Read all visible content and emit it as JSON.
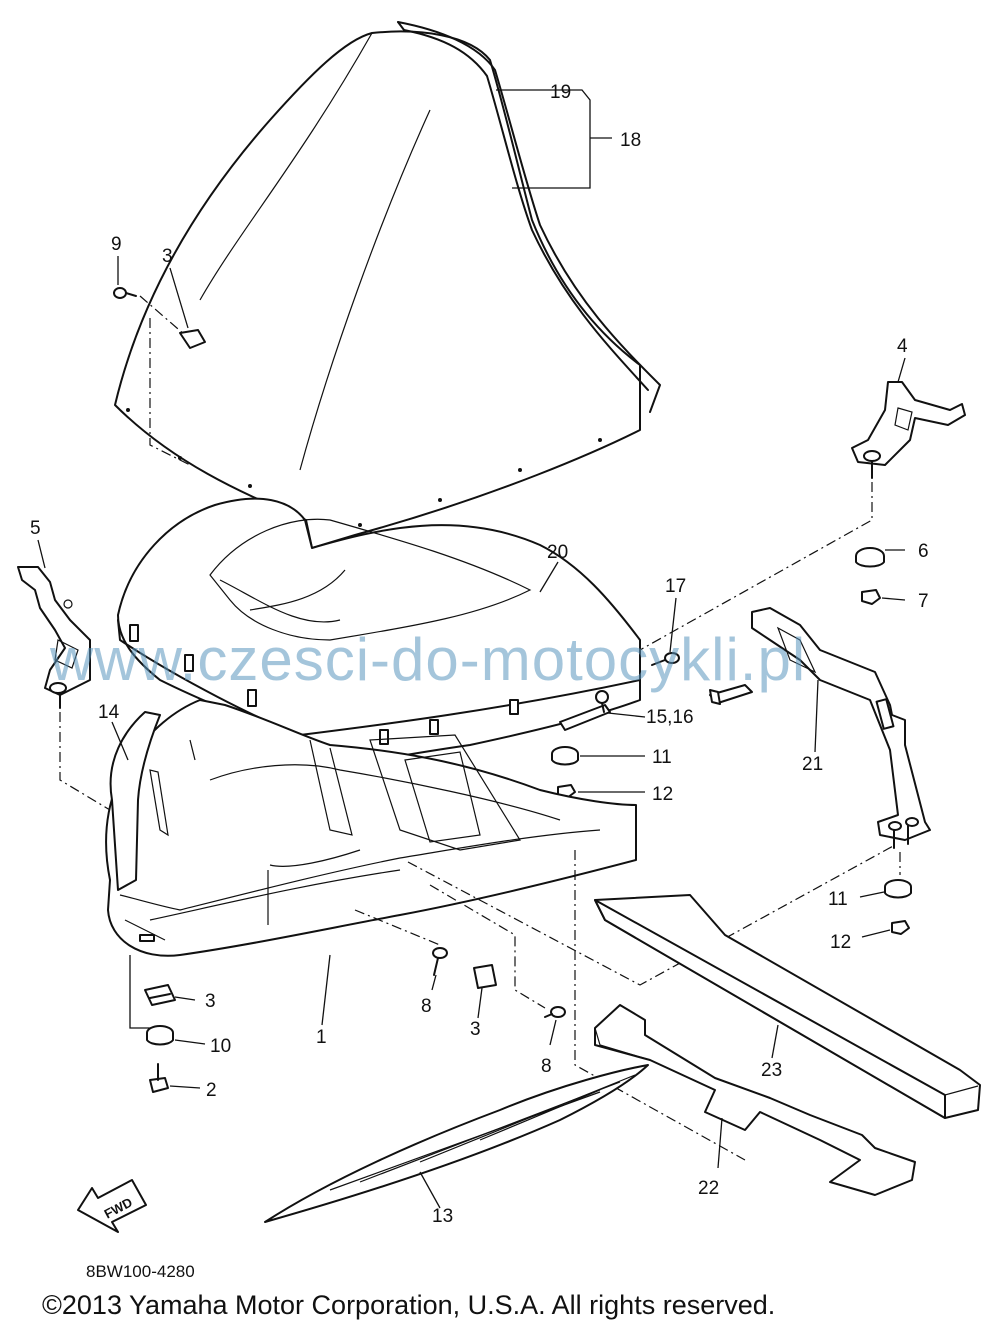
{
  "diagram": {
    "callouts": [
      {
        "id": "c19",
        "text": "19"
      },
      {
        "id": "c18",
        "text": "18"
      },
      {
        "id": "c9",
        "text": "9"
      },
      {
        "id": "c3a",
        "text": "3"
      },
      {
        "id": "c4",
        "text": "4"
      },
      {
        "id": "c5",
        "text": "5"
      },
      {
        "id": "c20",
        "text": "20"
      },
      {
        "id": "c6",
        "text": "6"
      },
      {
        "id": "c7",
        "text": "7"
      },
      {
        "id": "c17",
        "text": "17"
      },
      {
        "id": "c15_16",
        "text": "15,16"
      },
      {
        "id": "c14",
        "text": "14"
      },
      {
        "id": "c11a",
        "text": "11"
      },
      {
        "id": "c21",
        "text": "21"
      },
      {
        "id": "c12a",
        "text": "12"
      },
      {
        "id": "c11b",
        "text": "11"
      },
      {
        "id": "c12b",
        "text": "12"
      },
      {
        "id": "c3b",
        "text": "3"
      },
      {
        "id": "c8a",
        "text": "8"
      },
      {
        "id": "c1",
        "text": "1"
      },
      {
        "id": "c3c",
        "text": "3"
      },
      {
        "id": "c10",
        "text": "10"
      },
      {
        "id": "c8b",
        "text": "8"
      },
      {
        "id": "c23",
        "text": "23"
      },
      {
        "id": "c2",
        "text": "2"
      },
      {
        "id": "c22",
        "text": "22"
      },
      {
        "id": "c13",
        "text": "13"
      }
    ],
    "fwd_label": "FWD"
  },
  "watermark": "www.czesci-do-motocykli.pl",
  "reference_code": "8BW100-4280",
  "copyright": "©2013 Yamaha Motor Corporation, U.S.A. All rights reserved."
}
